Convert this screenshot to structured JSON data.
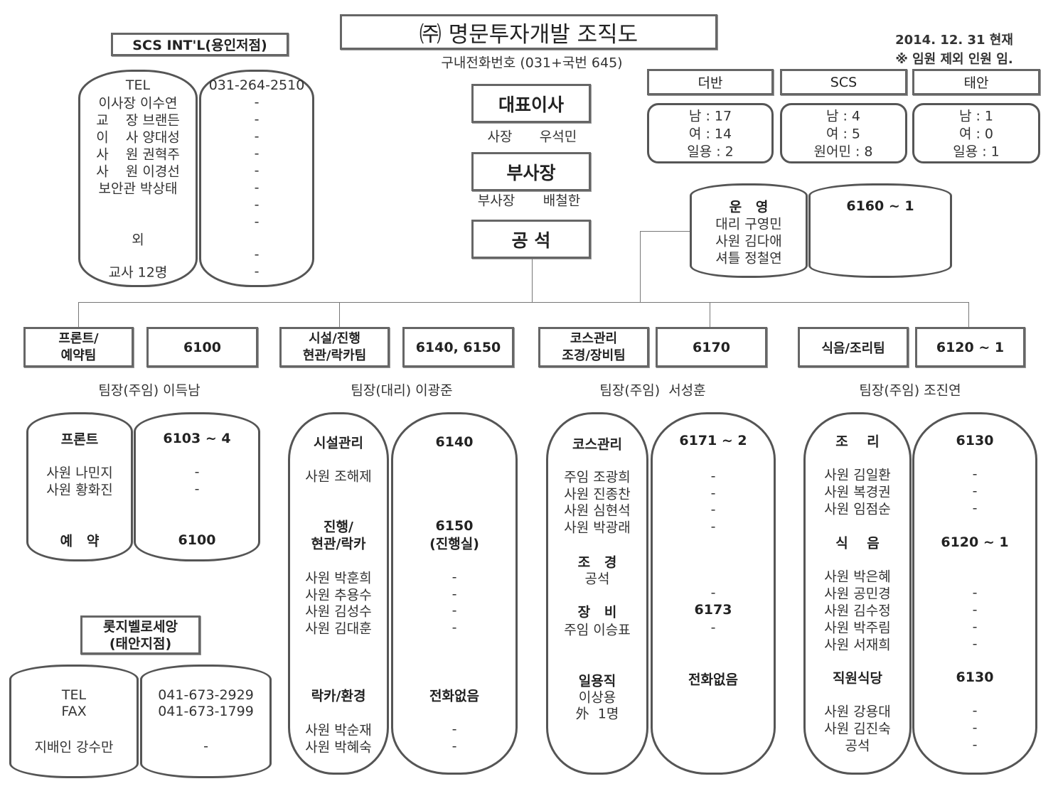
{
  "title": "㈜ 명문투자개발 조직도",
  "subtitle": "구내전화번호 (031+국번 645)",
  "date": "2014. 12. 31 현재",
  "note": "※ 임원 제외 인원 임.",
  "executives": [
    {
      "title": "대표이사",
      "role": "사장",
      "name": "우석민"
    },
    {
      "title": "부사장",
      "role": "부사장",
      "name": "배철한"
    },
    {
      "title": "공   석"
    }
  ],
  "stats": [
    {
      "name": "더반",
      "lines": [
        "남 : 17",
        "여 : 14",
        "일용 : 2"
      ]
    },
    {
      "name": "SCS",
      "lines": [
        "남 : 4",
        "여 : 5",
        "원어민 : 8"
      ]
    },
    {
      "name": "태안",
      "lines": [
        "남 : 1",
        "여 : 0",
        "일용 : 1"
      ]
    }
  ],
  "capsules": {
    "ops_l": [
      {
        "t": "운   영",
        "b": 1
      },
      {
        "t": "대리 구영민"
      },
      {
        "t": "사원 김다애"
      },
      {
        "t": "셔틀 정철연"
      }
    ],
    "ops_r": [
      {
        "t": "6160 ~ 1",
        "b": 1
      }
    ],
    "yongin_l": [
      {
        "t": "TEL"
      },
      {
        "t": "이사장 이수연"
      },
      {
        "t": "교    장 브랜든"
      },
      {
        "t": "이    사 양대성"
      },
      {
        "t": "사    원 권혁주"
      },
      {
        "t": "사    원 이경선"
      },
      {
        "t": "보안관 박상태"
      },
      {
        "t": "외"
      },
      {
        "t": "교사 12명"
      }
    ],
    "yongin_r": [
      {
        "t": "031-264-2510"
      },
      {
        "t": "-"
      },
      {
        "t": "-"
      },
      {
        "t": "-"
      },
      {
        "t": "-"
      },
      {
        "t": "-"
      },
      {
        "t": "-"
      },
      {
        "t": "-"
      },
      {
        "t": "-"
      },
      {
        "t": "-"
      },
      {
        "t": "-"
      }
    ],
    "taean_l": [
      {
        "t": "TEL"
      },
      {
        "t": "FAX"
      },
      {
        "t": "지배인 강수만"
      }
    ],
    "taean_r": [
      {
        "t": "041-673-2929"
      },
      {
        "t": "041-673-1799"
      },
      {
        "t": "-"
      }
    ],
    "t1_l": [
      {
        "t": "프론트",
        "b": 1
      },
      {
        "t": "사원 나민지"
      },
      {
        "t": "사원 황화진"
      },
      {
        "t": "예   약",
        "b": 1
      }
    ],
    "t1_r": [
      {
        "t": "6103 ~ 4",
        "b": 1
      },
      {
        "t": "-"
      },
      {
        "t": "-"
      },
      {
        "t": "6100",
        "b": 1
      }
    ],
    "t2_l": [
      {
        "t": "시설관리",
        "b": 1
      },
      {
        "t": "사원 조해제"
      },
      {
        "t": "진행/",
        "b": 1
      },
      {
        "t": "현관/락카",
        "b": 1
      },
      {
        "t": "사원 박훈희"
      },
      {
        "t": "사원 추용수"
      },
      {
        "t": "사원 김성수"
      },
      {
        "t": "사원 김대훈"
      },
      {
        "t": "락카/환경",
        "b": 1
      },
      {
        "t": "사원 박순재"
      },
      {
        "t": "사원 박혜숙"
      }
    ],
    "t2_r": [
      {
        "t": "6140",
        "b": 1
      },
      {
        "t": "6150",
        "b": 1
      },
      {
        "t": "(진행실)",
        "b": 1
      },
      {
        "t": "-"
      },
      {
        "t": "-"
      },
      {
        "t": "-"
      },
      {
        "t": "-"
      },
      {
        "t": "전화없음",
        "b": 1
      },
      {
        "t": "-"
      },
      {
        "t": "-"
      }
    ],
    "t3_l": [
      {
        "t": "코스관리",
        "b": 1
      },
      {
        "t": "주임 조광희"
      },
      {
        "t": "사원 진종찬"
      },
      {
        "t": "사원 심현석"
      },
      {
        "t": "사원 박광래"
      },
      {
        "t": "조   경",
        "b": 1
      },
      {
        "t": "공석"
      },
      {
        "t": "장   비",
        "b": 1
      },
      {
        "t": "주임 이승표"
      },
      {
        "t": "일용직",
        "b": 1
      },
      {
        "t": "이상용"
      },
      {
        "t": "外  1명"
      }
    ],
    "t3_r": [
      {
        "t": "6171 ~ 2",
        "b": 1
      },
      {
        "t": "-"
      },
      {
        "t": "-"
      },
      {
        "t": "-"
      },
      {
        "t": "-"
      },
      {
        "t": "-"
      },
      {
        "t": "6173",
        "b": 1
      },
      {
        "t": "-"
      },
      {
        "t": "전화없음",
        "b": 1
      }
    ],
    "t4_l": [
      {
        "t": "조    리",
        "b": 1
      },
      {
        "t": "사원 김일환"
      },
      {
        "t": "사원 복경권"
      },
      {
        "t": "사원 임점순"
      },
      {
        "t": "식    음",
        "b": 1
      },
      {
        "t": "사원 박은혜"
      },
      {
        "t": "사원 공민경"
      },
      {
        "t": "사원 김수정"
      },
      {
        "t": "사원 박주림"
      },
      {
        "t": "사원 서재희"
      },
      {
        "t": "직원식당",
        "b": 1
      },
      {
        "t": "사원 강용대"
      },
      {
        "t": "사원 김진숙"
      },
      {
        "t": "공석"
      }
    ],
    "t4_r": [
      {
        "t": "6130",
        "b": 1
      },
      {
        "t": "-"
      },
      {
        "t": "-"
      },
      {
        "t": "-"
      },
      {
        "t": "6120 ~ 1",
        "b": 1
      },
      {
        "t": "-"
      },
      {
        "t": "-"
      },
      {
        "t": "-"
      },
      {
        "t": "-"
      },
      {
        "t": "6130",
        "b": 1
      },
      {
        "t": "-"
      },
      {
        "t": "-"
      },
      {
        "t": "-"
      }
    ]
  },
  "branches": {
    "yongin": "SCS INT'L(용인저점)",
    "taean": "롯지벨로세앙\n(태안지점)"
  },
  "teams": [
    {
      "name": "프론트/\n예약팀",
      "ext": "6100",
      "leader": "팀장(주임) 이득남"
    },
    {
      "name": "시설/진행\n현관/락카팀",
      "ext": "6140, 6150",
      "leader": "팀장(대리) 이광준"
    },
    {
      "name": "코스관리\n조경/장비팀",
      "ext": "6170",
      "leader": "팀장(주임)  서성훈"
    },
    {
      "name": "식음/조리팀",
      "ext": "6120 ~ 1",
      "leader": "팀장(주임) 조진연"
    }
  ]
}
